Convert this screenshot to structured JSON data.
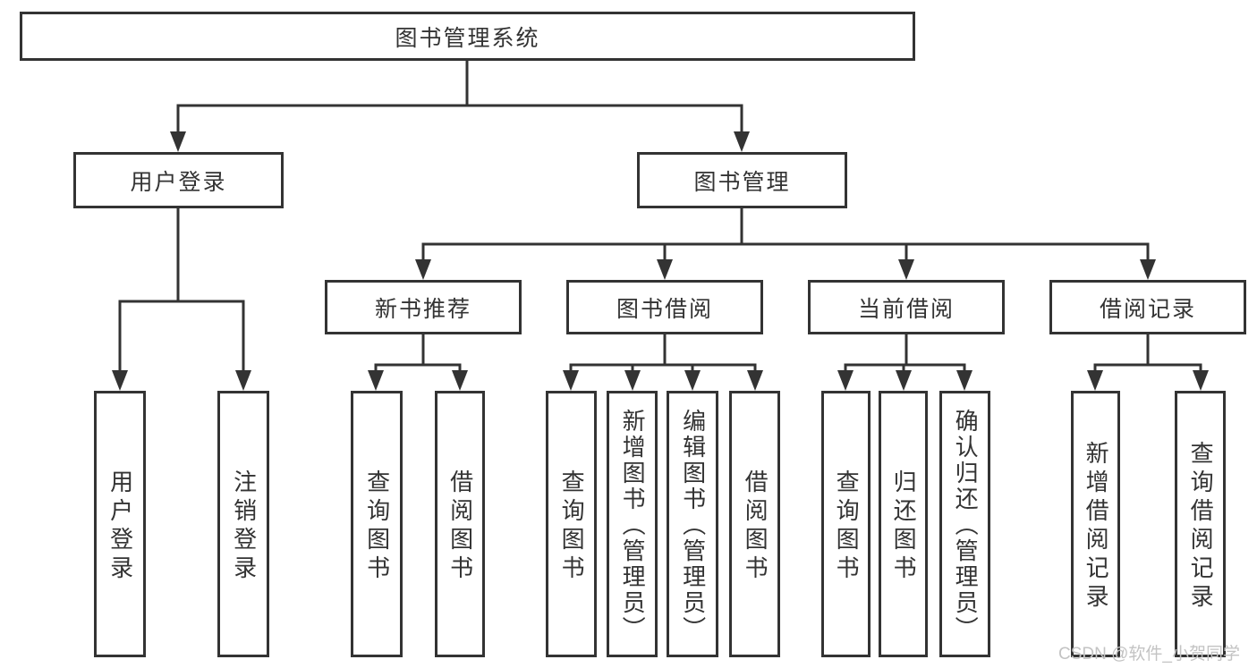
{
  "nodes": {
    "root": "图书管理系统",
    "user_login": "用户登录",
    "book_management": "图书管理",
    "login": "用户登录",
    "logout": "注销登录",
    "new_book_recommend": "新书推荐",
    "book_borrow": "图书借阅",
    "current_borrow": "当前借阅",
    "borrow_records": "借阅记录",
    "nb_query_books": "查询图书",
    "nb_borrow_books": "借阅图书",
    "bb_query_books": "查询图书",
    "bb_add_books_admin": "新增图书（管理员）",
    "bb_edit_books_admin": "编辑图书（管理员）",
    "bb_borrow_books": "借阅图书",
    "cb_query_books": "查询图书",
    "cb_return_books": "归还图书",
    "cb_confirm_return_admin": "确认归还（管理员）",
    "br_add_record": "新增借阅记录",
    "br_query_record": "查询借阅记录"
  },
  "hierarchy": {
    "图书管理系统": [
      "用户登录",
      "图书管理"
    ],
    "用户登录": [
      "用户登录",
      "注销登录"
    ],
    "图书管理": [
      "新书推荐",
      "图书借阅",
      "当前借阅",
      "借阅记录"
    ],
    "新书推荐": [
      "查询图书",
      "借阅图书"
    ],
    "图书借阅": [
      "查询图书",
      "新增图书（管理员）",
      "编辑图书（管理员）",
      "借阅图书"
    ],
    "当前借阅": [
      "查询图书",
      "归还图书",
      "确认归还（管理员）"
    ],
    "借阅记录": [
      "新增借阅记录",
      "查询借阅记录"
    ]
  },
  "watermark": {
    "text": "CSDN @软件_小贺同学"
  },
  "colors": {
    "line": "#333333",
    "text": "#333333",
    "box_background": "#ffffff",
    "watermark": "#c3c3c3"
  }
}
